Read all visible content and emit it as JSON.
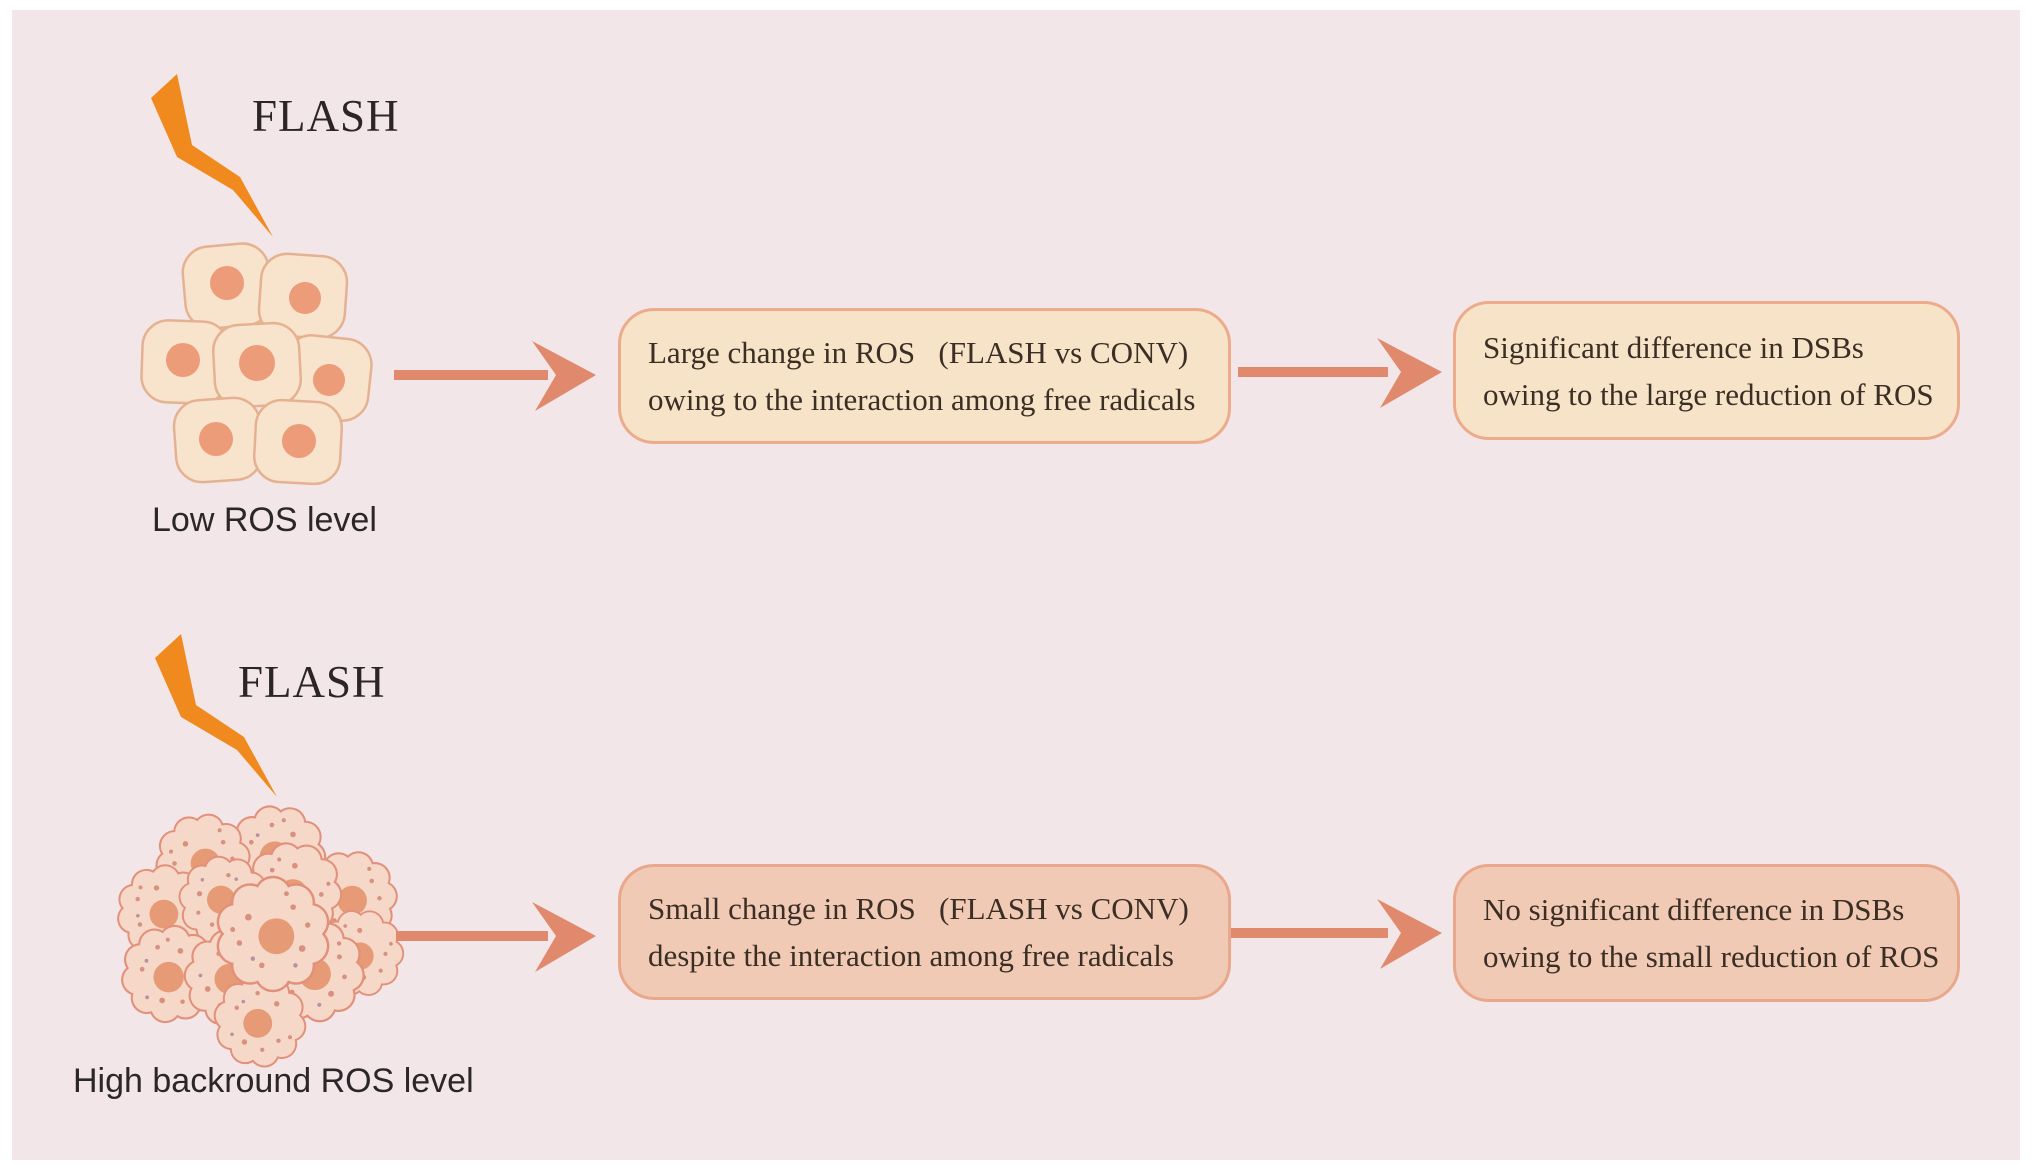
{
  "rows": [
    {
      "flash_label": "FLASH",
      "cluster_label": "Low ROS level",
      "mid_box": {
        "line1": "Large change in ROS   (FLASH vs CONV)",
        "line2": "owing to the interaction among free radicals"
      },
      "end_box": {
        "line1": "Significant difference in DSBs",
        "line2": "owing to the large reduction of ROS"
      }
    },
    {
      "flash_label": "FLASH",
      "cluster_label": "High backround ROS level",
      "mid_box": {
        "line1": "Small change in ROS   (FLASH vs CONV)",
        "line2": "despite the interaction among free radicals"
      },
      "end_box": {
        "line1": "No significant difference in DSBs",
        "line2": "owing to the small reduction of ROS"
      }
    }
  ],
  "icons": {
    "bolt": "lightning-bolt-icon",
    "arrow": "flow-arrow-icon",
    "normal_cells": "normal-cell-cluster",
    "tumor_cells": "tumor-cell-cluster"
  },
  "colors": {
    "page_margin": "#FFFFFF",
    "panel_background": "#F2E6E9",
    "bolt_orange": "#F08A1E",
    "arrow_salmon": "#E0896D",
    "top_box_fill": "#F7E4C8",
    "top_box_border": "#ECAC8C",
    "bottom_box_fill": "#F0CAB4",
    "bottom_box_border": "#E9A88C",
    "cell_fill": "#F8E3CC",
    "cell_stroke": "#E5B291",
    "cell_nucleus": "#EC9C79",
    "tumor_fill": "#F6D8C9",
    "tumor_stroke": "#E2907A",
    "tumor_nucleus": "#E69A75",
    "heading_text": "#2B2528",
    "box_text": "#3A2E25"
  }
}
